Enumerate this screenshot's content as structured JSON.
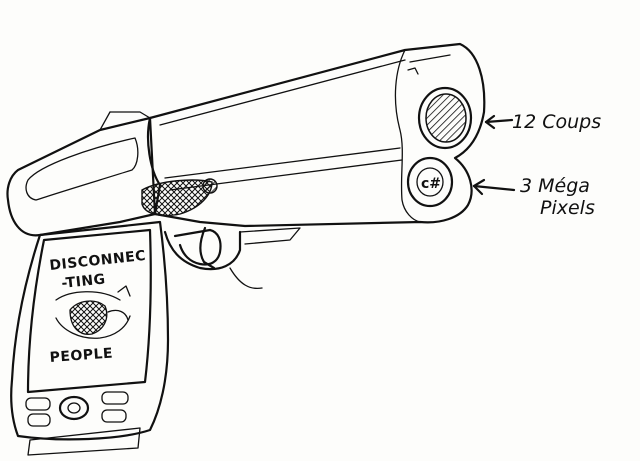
{
  "callouts": {
    "barrel": {
      "line1": "12 Coups"
    },
    "camera": {
      "line1": "3 Méga",
      "line2": "Pixels"
    }
  },
  "screen": {
    "line1": "DISCONNEC",
    "line2": "-TING",
    "line3": "PEOPLE"
  }
}
